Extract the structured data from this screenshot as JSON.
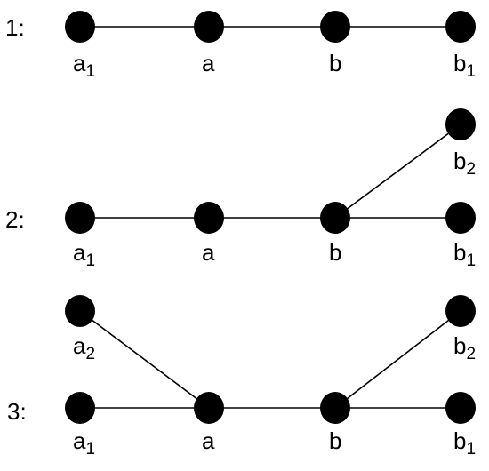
{
  "diagram": {
    "colors": {
      "node": "#000000",
      "edge": "#000000",
      "background": "#ffffff"
    },
    "rows": [
      {
        "number": "1:",
        "nodes": [
          {
            "id": "a1",
            "label": "a",
            "subscript": "1"
          },
          {
            "id": "a",
            "label": "a",
            "subscript": ""
          },
          {
            "id": "b",
            "label": "b",
            "subscript": ""
          },
          {
            "id": "b1",
            "label": "b",
            "subscript": "1"
          }
        ],
        "edges": [
          [
            "a1",
            "a"
          ],
          [
            "a",
            "b"
          ],
          [
            "b",
            "b1"
          ]
        ]
      },
      {
        "number": "2:",
        "nodes": [
          {
            "id": "a1",
            "label": "a",
            "subscript": "1"
          },
          {
            "id": "a",
            "label": "a",
            "subscript": ""
          },
          {
            "id": "b",
            "label": "b",
            "subscript": ""
          },
          {
            "id": "b1",
            "label": "b",
            "subscript": "1"
          },
          {
            "id": "b2",
            "label": "b",
            "subscript": "2"
          }
        ],
        "edges": [
          [
            "a1",
            "a"
          ],
          [
            "a",
            "b"
          ],
          [
            "b",
            "b1"
          ],
          [
            "b",
            "b2"
          ]
        ]
      },
      {
        "number": "3:",
        "nodes": [
          {
            "id": "a1",
            "label": "a",
            "subscript": "1"
          },
          {
            "id": "a",
            "label": "a",
            "subscript": ""
          },
          {
            "id": "b",
            "label": "b",
            "subscript": ""
          },
          {
            "id": "b1",
            "label": "b",
            "subscript": "1"
          },
          {
            "id": "a2",
            "label": "a",
            "subscript": "2"
          },
          {
            "id": "b2",
            "label": "b",
            "subscript": "2"
          }
        ],
        "edges": [
          [
            "a1",
            "a"
          ],
          [
            "a",
            "b"
          ],
          [
            "b",
            "b1"
          ],
          [
            "a",
            "a2"
          ],
          [
            "b",
            "b2"
          ]
        ]
      }
    ]
  }
}
